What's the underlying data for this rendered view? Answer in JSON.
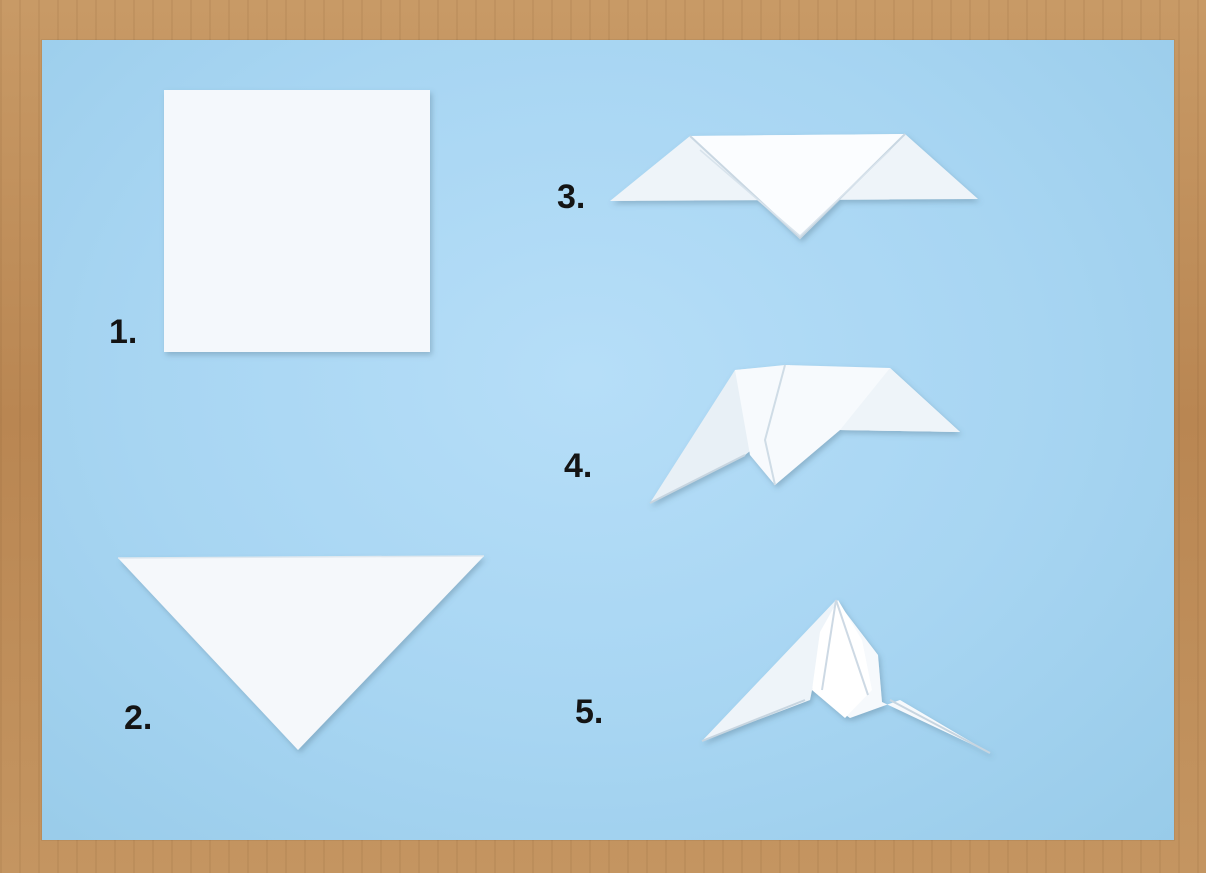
{
  "steps": [
    {
      "label": "1."
    },
    {
      "label": "2."
    },
    {
      "label": "3."
    },
    {
      "label": "4."
    },
    {
      "label": "5."
    }
  ],
  "colors": {
    "board": "#a7d5f2",
    "paper": "#f4f8fc",
    "wood": "#b98652"
  }
}
